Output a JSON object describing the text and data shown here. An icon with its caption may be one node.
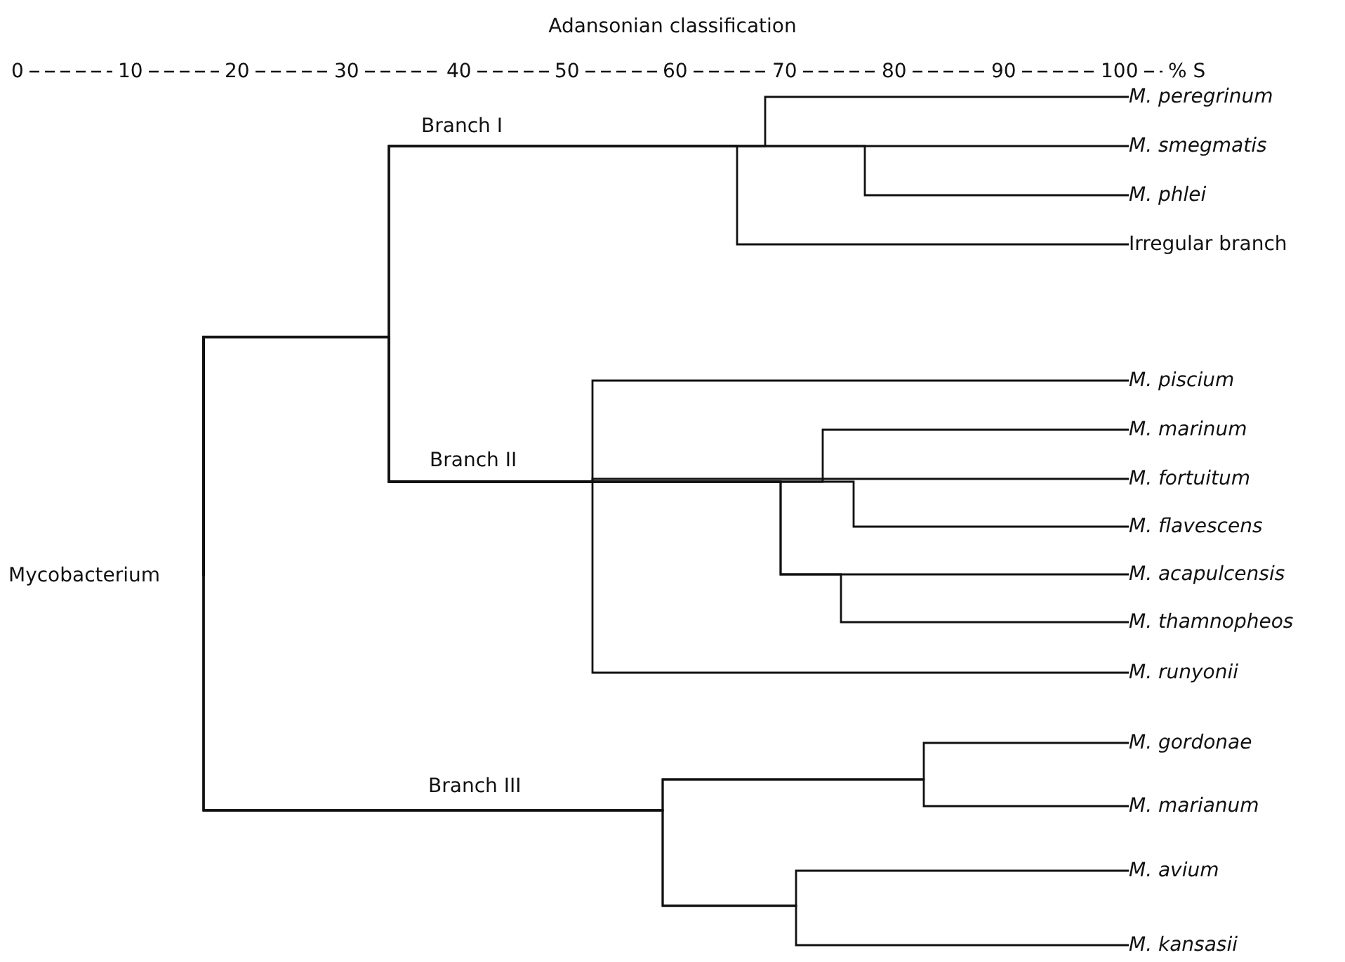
{
  "diagram": {
    "title": "Adansonian classification",
    "nodes": [
      {
        "text": [
          "Mycobacterium"
        ]
      },
      {
        "text": [
          "M. peregrinum"
        ]
      },
      {
        "text": [
          "M. smegmatis"
        ]
      },
      {
        "text": [
          "M. phlei"
        ]
      },
      {
        "text": [
          "Irregular branch"
        ]
      },
      {
        "text": [
          "M. piscium"
        ]
      },
      {
        "text": [
          "M. marinum"
        ]
      },
      {
        "text": [
          "M. fortuitum"
        ]
      },
      {
        "text": [
          "M. flavescens"
        ]
      },
      {
        "text": [
          "M. acapulcensis"
        ]
      },
      {
        "text": [
          "M. thamnopheos"
        ]
      },
      {
        "text": [
          "M. runyonii"
        ]
      },
      {
        "text": [
          "M. gordonae"
        ]
      },
      {
        "text": [
          "M. marianum"
        ]
      },
      {
        "text": [
          "M. avium"
        ]
      },
      {
        "text": [
          "M. kansasii"
        ]
      }
    ],
    "edges": [
      {
        "from": 0,
        "to": 1,
        "arrow": "none"
      },
      {
        "from": 0,
        "to": 2,
        "arrow": "none"
      },
      {
        "from": 0,
        "to": 3,
        "arrow": "none"
      },
      {
        "from": 0,
        "to": 4,
        "arrow": "none"
      },
      {
        "from": 0,
        "to": 5,
        "arrow": "none"
      },
      {
        "from": 0,
        "to": 6,
        "arrow": "none"
      },
      {
        "from": 0,
        "to": 7,
        "arrow": "none"
      },
      {
        "from": 0,
        "to": 8,
        "arrow": "none"
      },
      {
        "from": 0,
        "to": 9,
        "arrow": "none"
      },
      {
        "from": 0,
        "to": 10,
        "arrow": "none"
      },
      {
        "from": 0,
        "to": 11,
        "arrow": "none"
      },
      {
        "from": 0,
        "to": 12,
        "arrow": "none"
      },
      {
        "from": 0,
        "to": 13,
        "arrow": "none"
      },
      {
        "from": 0,
        "to": 14,
        "arrow": "none"
      },
      {
        "from": 0,
        "to": 15,
        "arrow": "none"
      }
    ],
    "labels": [
      "0",
      "10",
      "20",
      "30",
      "40",
      "50",
      "60",
      "70",
      "80",
      "90",
      "100",
      "% S",
      "Branch I",
      "Branch II",
      "Branch III"
    ]
  }
}
